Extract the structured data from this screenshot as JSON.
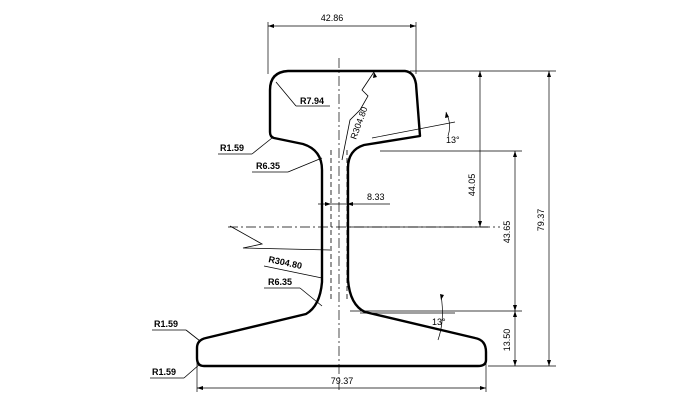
{
  "dimensions": {
    "head_width": "42.86",
    "base_width": "79.37",
    "total_height": "79.37",
    "upper_height": "44.05",
    "lower_height": "43.65",
    "base_height": "13.50",
    "web_thickness": "8.33"
  },
  "radii": {
    "head_corner": "R7.94",
    "head_arc": "R304.80",
    "head_fillet": "R1.59",
    "head_web_fillet": "R6.35",
    "web_arc": "R304.80",
    "base_web_fillet": "R6.35",
    "base_top_fillet": "R1.59",
    "base_bottom_fillet": "R1.59"
  },
  "angles": {
    "head_slope": "13°",
    "base_slope": "13°"
  }
}
